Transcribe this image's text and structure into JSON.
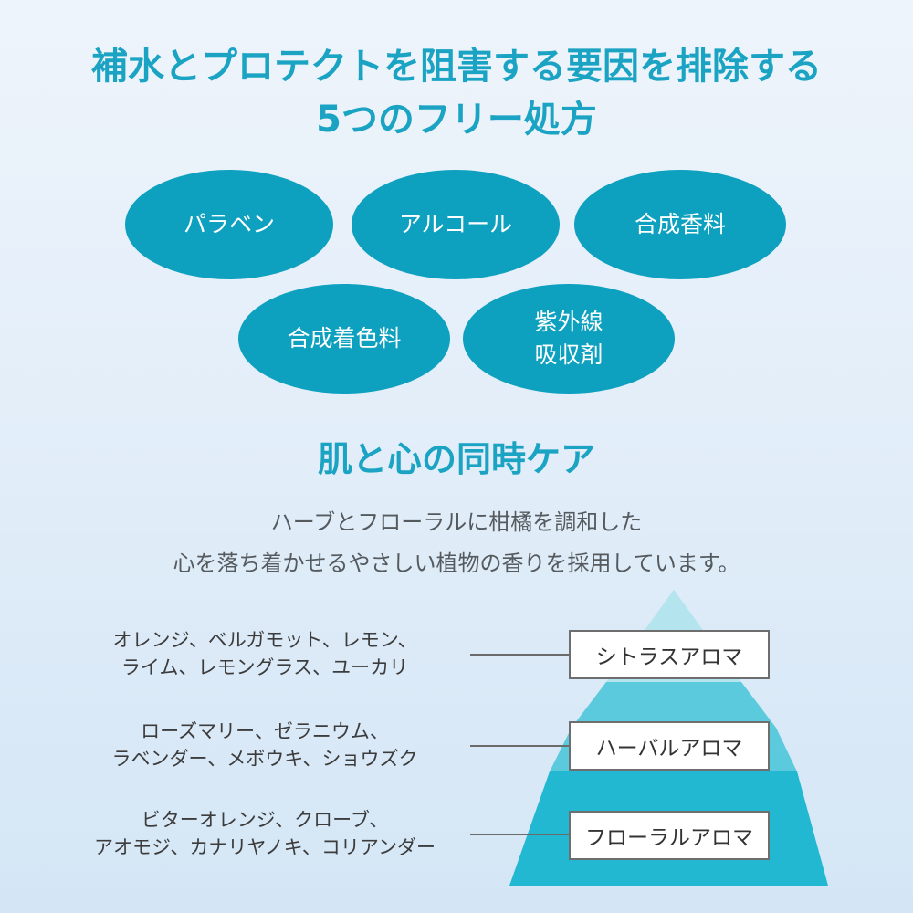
{
  "header": {
    "title_line1": "補水とプロテクトを阻害する要因を排除する",
    "title_line2": "5つのフリー処方"
  },
  "free_items": [
    {
      "lines": [
        "パラベン"
      ]
    },
    {
      "lines": [
        "アルコール"
      ]
    },
    {
      "lines": [
        "合成香料"
      ]
    },
    {
      "lines": [
        "合成着色料"
      ]
    },
    {
      "lines": [
        "紫外線",
        "吸収剤"
      ]
    }
  ],
  "care": {
    "title": "肌と心の同時ケア",
    "description_line1": "ハーブとフローラルに柑橘を調和した",
    "description_line2": "心を落ち着かせるやさしい植物の香りを採用しています。"
  },
  "aromas": [
    {
      "label": "シトラスアロマ",
      "ingredients": [
        "オレンジ、ベルガモット、レモン、",
        "ライム、レモングラス、ユーカリ"
      ]
    },
    {
      "label": "ハーバルアロマ",
      "ingredients": [
        "ローズマリー、ゼラニウム、",
        "ラベンダー、メボウキ、ショウズク"
      ]
    },
    {
      "label": "フローラルアロマ",
      "ingredients": [
        "ビターオレンジ、クローブ、",
        "アオモジ、カナリヤノキ、コリアンダー"
      ]
    }
  ],
  "colors": {
    "accent": "#1aa3c2",
    "pill_fill": "#0ea1bf",
    "pyramid_top": "#b4e4ee",
    "pyramid_middle": "#5ccadd",
    "pyramid_bottom": "#22b8d2"
  }
}
